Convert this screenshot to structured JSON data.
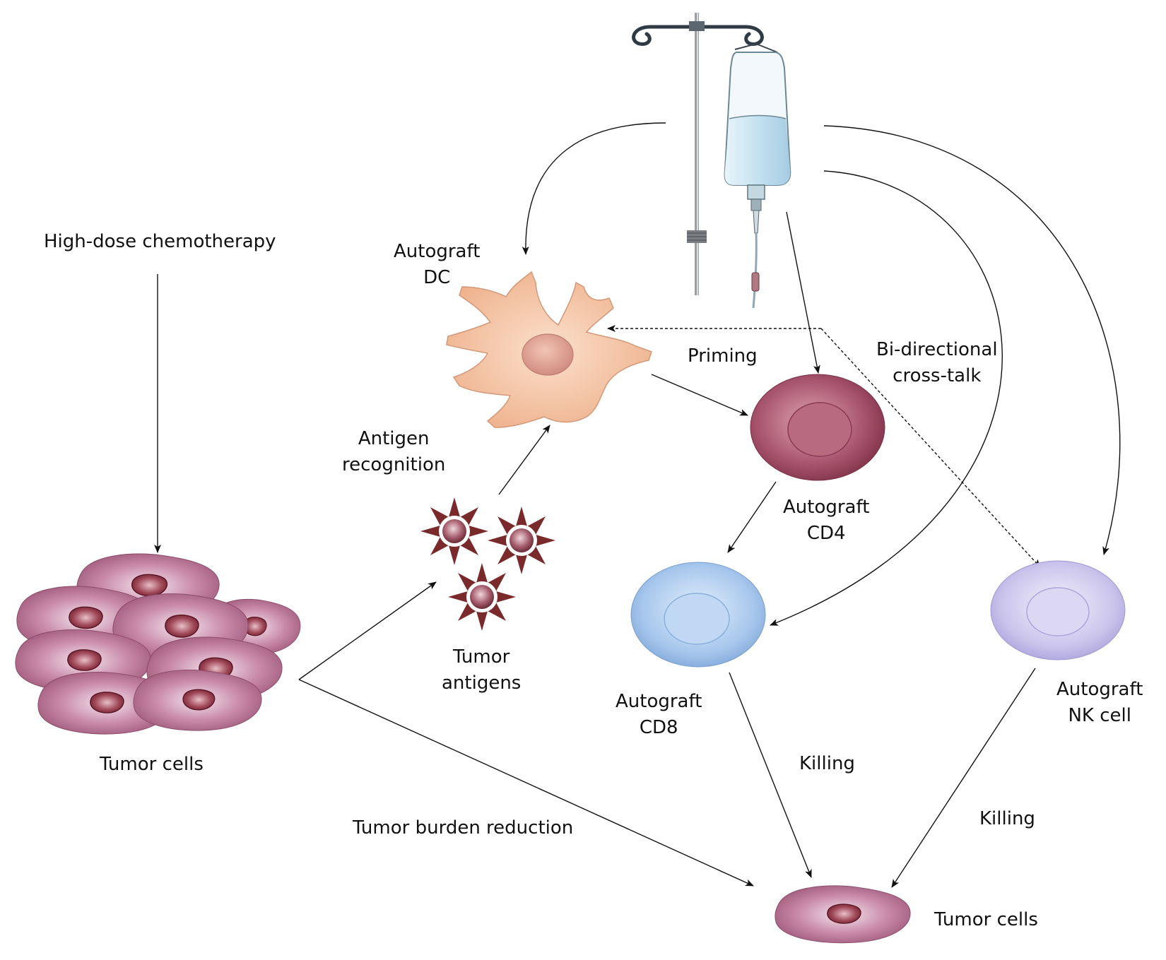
{
  "labels": {
    "chemo": "High-dose chemotherapy",
    "autograft_dc": [
      "Autograft",
      "DC"
    ],
    "priming": "Priming",
    "crosstalk": [
      "Bi-directional",
      "cross-talk"
    ],
    "antigen_recognition": [
      "Antigen",
      "recognition"
    ],
    "autograft_cd4": [
      "Autograft",
      "CD4"
    ],
    "autograft_cd8": [
      "Autograft",
      "CD8"
    ],
    "autograft_nk": [
      "Autograft",
      "NK cell"
    ],
    "tumor_antigens": [
      "Tumor",
      "antigens"
    ],
    "tumor_cells_left": "Tumor cells",
    "killing_cd8": "Killing",
    "killing_nk": "Killing",
    "burden_reduction": "Tumor burden reduction",
    "tumor_cells_right": "Tumor cells"
  },
  "colors": {
    "tumor": "#b06c8c",
    "dc": "#f0b890",
    "cd4": "#9e4a62",
    "cd8": "#9cc0ea",
    "nk": "#c6c0e8",
    "antigen": "#7a2a2a",
    "ivbag": "#bcdcec"
  },
  "icons": [
    "iv-drip-bag-icon",
    "dendritic-cell-icon",
    "cd4-cell-icon",
    "cd8-cell-icon",
    "nk-cell-icon",
    "tumor-antigen-icon",
    "tumor-cell-icon"
  ]
}
